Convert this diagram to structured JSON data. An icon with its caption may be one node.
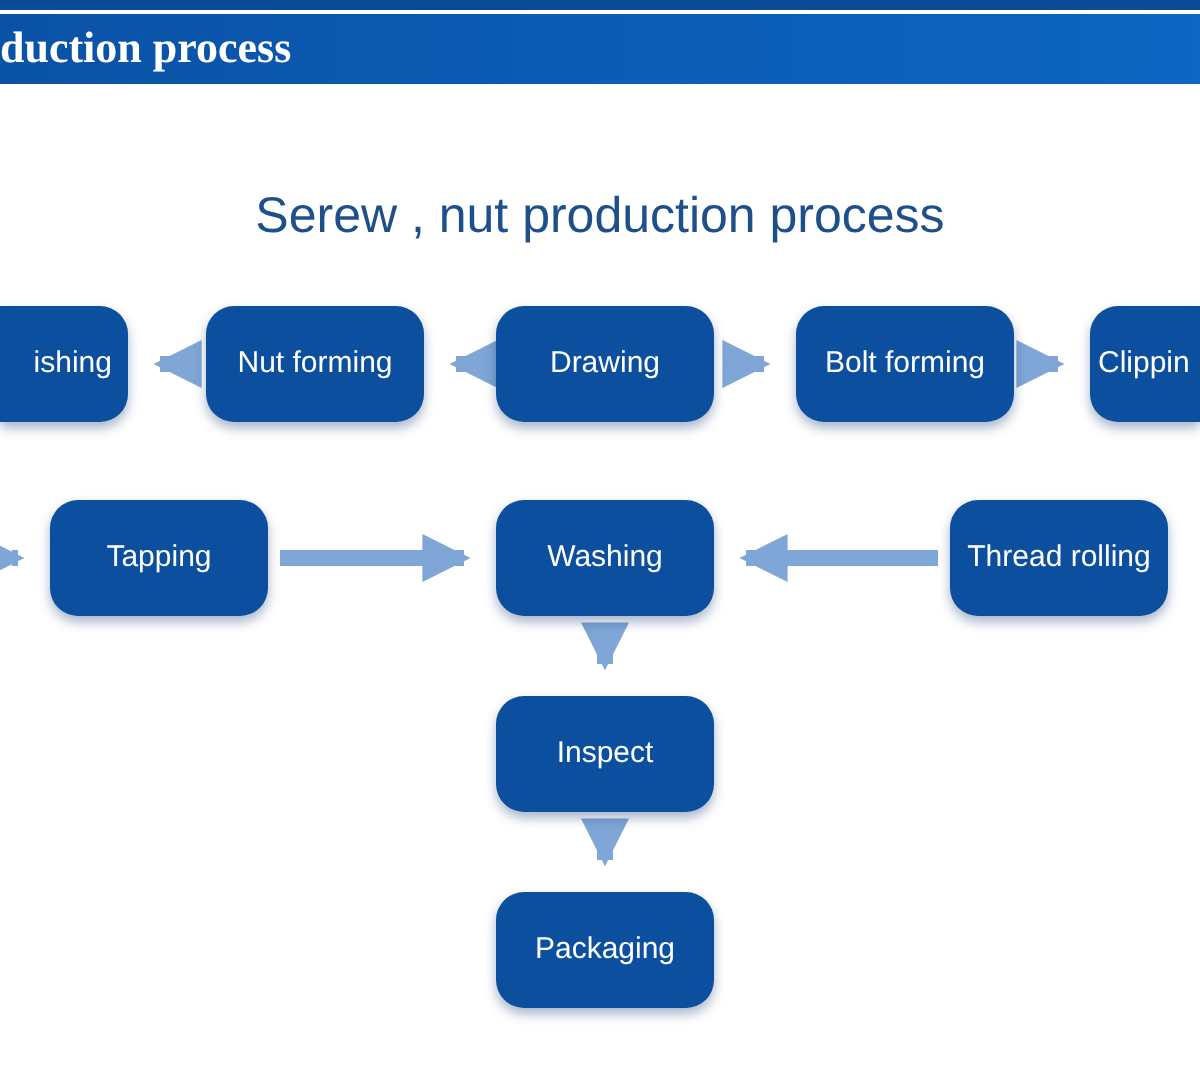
{
  "diagram": {
    "title": "Serew , nut production process",
    "nodes": [
      {
        "text": [
          "ishing"
        ]
      },
      {
        "text": [
          "Nut forming"
        ]
      },
      {
        "text": [
          "Drawing"
        ]
      },
      {
        "text": [
          "Bolt forming"
        ]
      },
      {
        "text": [
          "Clippin"
        ]
      },
      {
        "text": [
          "Tapping"
        ]
      },
      {
        "text": [
          "Washing"
        ]
      },
      {
        "text": [
          "Thread rolling"
        ]
      },
      {
        "text": [
          "Inspect"
        ]
      },
      {
        "text": [
          "Packaging"
        ]
      }
    ],
    "edges": [
      {
        "from": 2,
        "to": 1,
        "arrow": "to"
      },
      {
        "from": 1,
        "to": 0,
        "arrow": "to"
      },
      {
        "from": 2,
        "to": 3,
        "arrow": "to"
      },
      {
        "from": 3,
        "to": 4,
        "arrow": "to"
      },
      {
        "from": null,
        "to": 5,
        "arrow": "to"
      },
      {
        "from": 5,
        "to": 6,
        "arrow": "to"
      },
      {
        "from": 7,
        "to": 6,
        "arrow": "to"
      },
      {
        "from": 6,
        "to": 8,
        "arrow": "to"
      },
      {
        "from": 8,
        "to": 9,
        "arrow": "to"
      }
    ],
    "labels": [
      "duction process"
    ]
  }
}
